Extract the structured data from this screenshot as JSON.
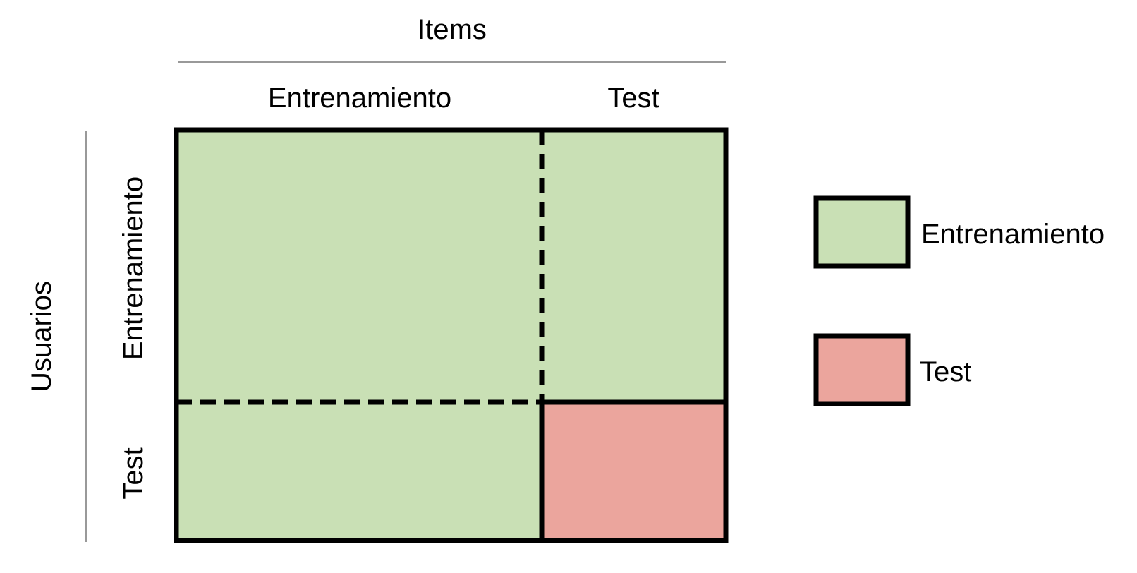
{
  "axes": {
    "columns_title": "Items",
    "rows_title": "Usuarios",
    "column_labels": [
      "Entrenamiento",
      "Test"
    ],
    "row_labels": [
      "Entrenamiento",
      "Test"
    ]
  },
  "cells": [
    {
      "row": "Entrenamiento",
      "column": "Entrenamiento",
      "split": "Entrenamiento"
    },
    {
      "row": "Entrenamiento",
      "column": "Test",
      "split": "Entrenamiento"
    },
    {
      "row": "Test",
      "column": "Entrenamiento",
      "split": "Entrenamiento"
    },
    {
      "row": "Test",
      "column": "Test",
      "split": "Test"
    }
  ],
  "legend": {
    "items": [
      {
        "label": "Entrenamiento",
        "color": "#c9e0b5"
      },
      {
        "label": "Test",
        "color": "#eba59d"
      }
    ]
  },
  "colors": {
    "train": "#c9e0b5",
    "test": "#eba59d",
    "border": "#000000",
    "rule": "#999999"
  }
}
